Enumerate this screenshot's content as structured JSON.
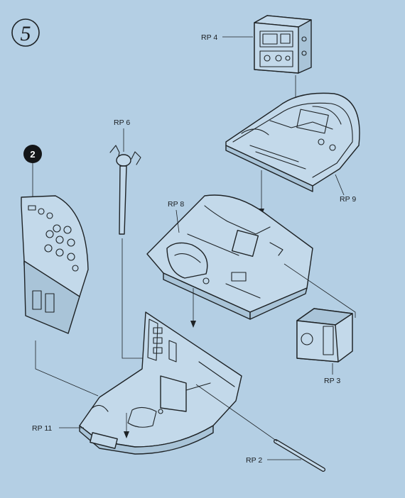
{
  "step": {
    "number": "5"
  },
  "badge": {
    "number": "2"
  },
  "labels": {
    "rp4": "RP 4",
    "rp6": "RP 6",
    "rp8": "RP 8",
    "rp9": "RP 9",
    "rp3": "RP 3",
    "rp11": "RP 11",
    "rp2": "RP 2"
  }
}
